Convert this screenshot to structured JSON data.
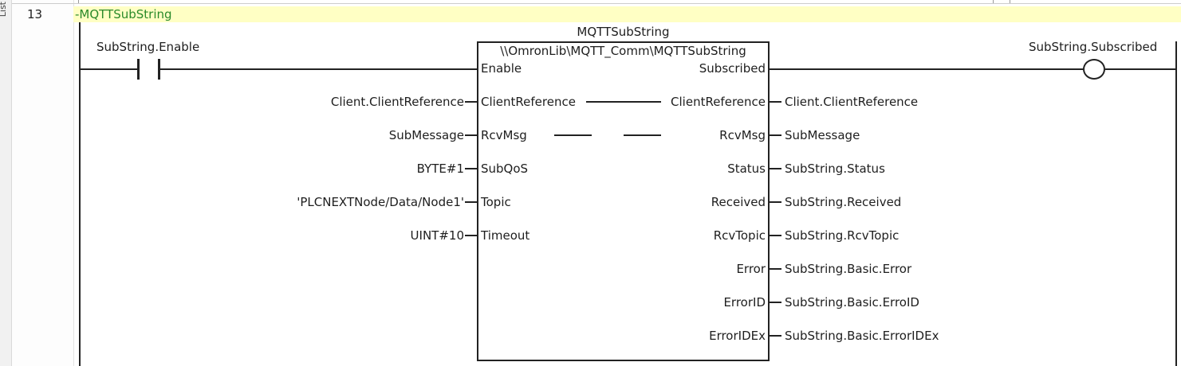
{
  "side_panel": {
    "label": "List"
  },
  "rung": {
    "number": "13",
    "comment": "-MQTTSubString"
  },
  "contact": {
    "variable": "SubString.Enable"
  },
  "coil": {
    "variable": "SubString.Subscribed"
  },
  "function_block": {
    "instance_name": "MQTTSubString",
    "type_path": "\\\\OmronLib\\MQTT_Comm\\MQTTSubString",
    "inputs": [
      {
        "pin": "Enable",
        "value": ""
      },
      {
        "pin": "ClientReference",
        "value": "Client.ClientReference"
      },
      {
        "pin": "RcvMsg",
        "value": "SubMessage"
      },
      {
        "pin": "SubQoS",
        "value": "BYTE#1"
      },
      {
        "pin": "Topic",
        "value": "'PLCNEXTNode/Data/Node1'"
      },
      {
        "pin": "Timeout",
        "value": "UINT#10"
      }
    ],
    "outputs": [
      {
        "pin": "Subscribed",
        "value": ""
      },
      {
        "pin": "ClientReference",
        "value": "Client.ClientReference"
      },
      {
        "pin": "RcvMsg",
        "value": "SubMessage"
      },
      {
        "pin": "Status",
        "value": "SubString.Status"
      },
      {
        "pin": "Received",
        "value": "SubString.Received"
      },
      {
        "pin": "RcvTopic",
        "value": "SubString.RcvTopic"
      },
      {
        "pin": "Error",
        "value": "SubString.Basic.Error"
      },
      {
        "pin": "ErrorID",
        "value": "SubString.Basic.ErroID"
      },
      {
        "pin": "ErrorIDEx",
        "value": "SubString.Basic.ErrorIDEx"
      }
    ]
  }
}
